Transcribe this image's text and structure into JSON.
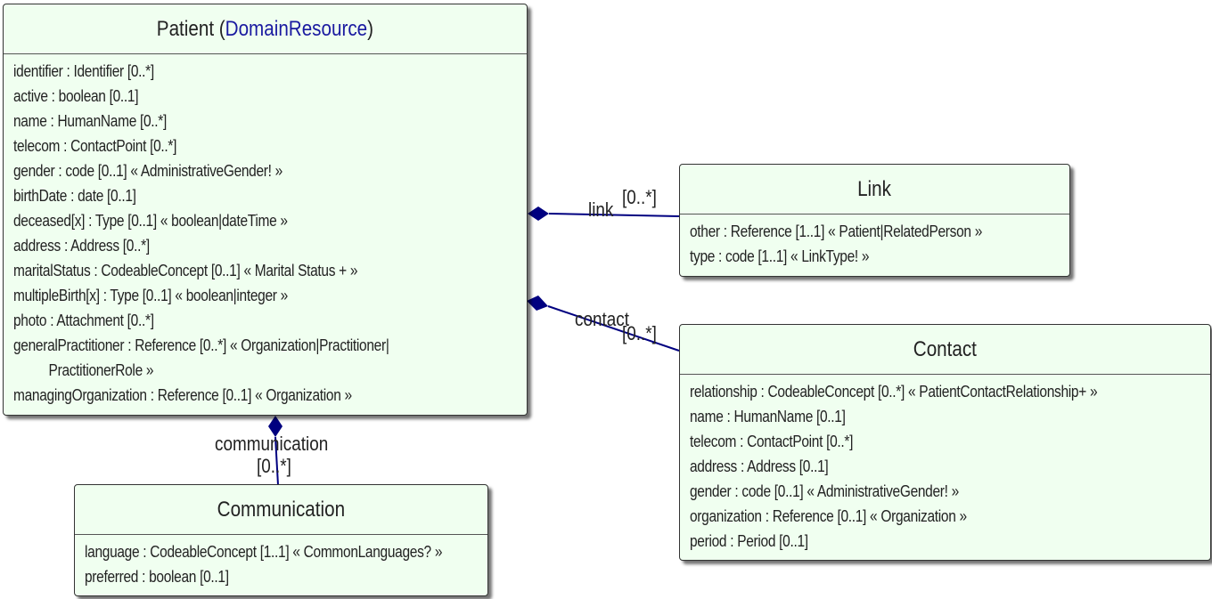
{
  "patient": {
    "title": "Patient",
    "parent_open": " (",
    "parent": "DomainResource",
    "parent_close": ")",
    "attributes": [
      "identifier : Identifier [0..*]",
      "active : boolean [0..1]",
      "name : HumanName [0..*]",
      "telecom : ContactPoint [0..*]",
      "gender : code [0..1] « AdministrativeGender! »",
      "birthDate : date [0..1]",
      "deceased[x] : Type [0..1] « boolean|dateTime »",
      "address : Address [0..*]",
      "maritalStatus : CodeableConcept [0..1] « Marital Status + »",
      "multipleBirth[x] : Type [0..1] « boolean|integer »",
      "photo : Attachment [0..*]",
      "generalPractitioner : Reference [0..*] « Organization|Practitioner|",
      "PractitionerRole »",
      "managingOrganization : Reference [0..1] « Organization »"
    ]
  },
  "link": {
    "title": "Link",
    "attributes": [
      "other : Reference [1..1] « Patient|RelatedPerson »",
      "type : code [1..1] « LinkType! »"
    ]
  },
  "contact": {
    "title": "Contact",
    "attributes": [
      "relationship : CodeableConcept [0..*] « PatientContactRelationship+ »",
      "name : HumanName [0..1]",
      "telecom : ContactPoint [0..*]",
      "address : Address [0..1]",
      "gender : code [0..1] « AdministrativeGender! »",
      "organization : Reference [0..1] « Organization »",
      "period : Period [0..1]"
    ]
  },
  "communication": {
    "title": "Communication",
    "attributes": [
      "language : CodeableConcept [1..1] « CommonLanguages? »",
      "preferred : boolean [0..1]"
    ]
  },
  "associations": {
    "link": {
      "role": "link",
      "cardinality": "[0..*]"
    },
    "contact": {
      "role": "contact",
      "cardinality": "[0..*]"
    },
    "communication": {
      "role": "communication",
      "cardinality": "[0..*]"
    }
  },
  "colors": {
    "box_fill": "#f0fff0",
    "connector": "#000080",
    "parent_link": "#1a1aa0"
  }
}
